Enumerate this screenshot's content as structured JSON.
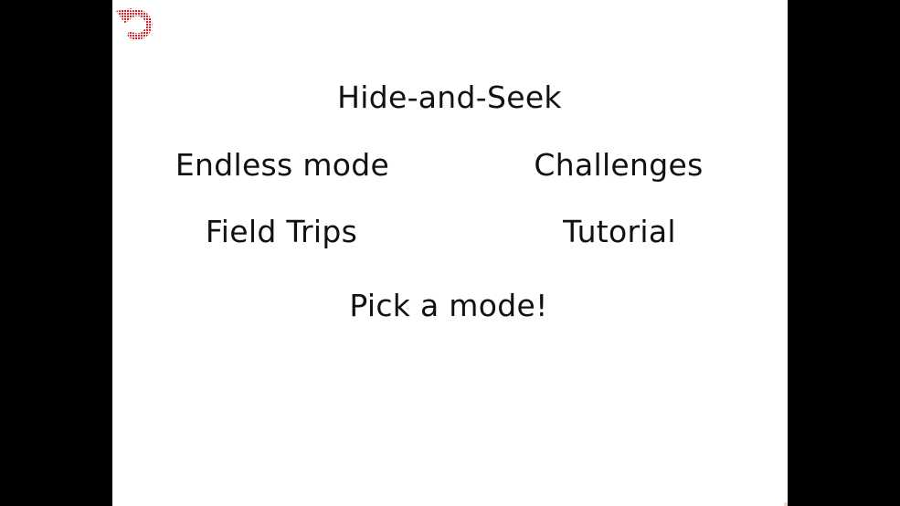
{
  "menu": {
    "title": "Hide-and-Seek",
    "options": [
      {
        "label": "Endless mode"
      },
      {
        "label": "Challenges"
      },
      {
        "label": "Field Trips"
      },
      {
        "label": "Tutorial"
      }
    ],
    "prompt": "Pick a mode!"
  },
  "back_button": {
    "icon": "undo-arrow-icon",
    "color": "#d9222a"
  },
  "colors": {
    "background": "#000000",
    "panel": "#ffffff",
    "text": "#111111"
  }
}
